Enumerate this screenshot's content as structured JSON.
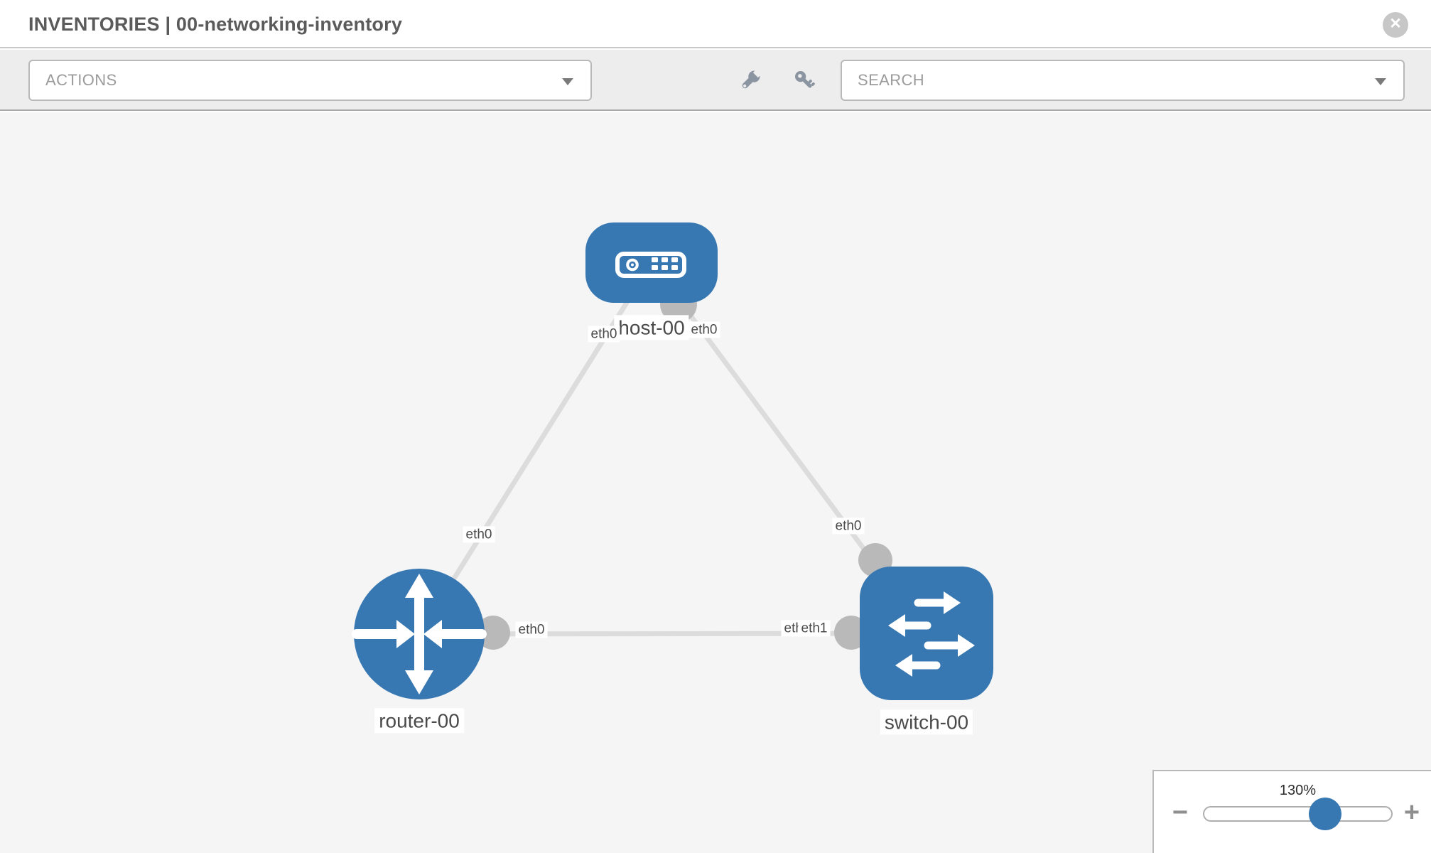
{
  "header": {
    "title": "INVENTORIES | 00-networking-inventory",
    "close_glyph": "✕"
  },
  "toolbar": {
    "actions_label": "ACTIONS",
    "search_placeholder": "SEARCH",
    "icons": [
      "wrench-icon",
      "key-icon"
    ]
  },
  "topology": {
    "nodes": [
      {
        "name": "host-00",
        "type": "host"
      },
      {
        "name": "router-00",
        "type": "router"
      },
      {
        "name": "switch-00",
        "type": "switch"
      }
    ],
    "links": [
      {
        "from": "host-00",
        "to": "router-00",
        "from_interface": "eth0",
        "to_interface": "eth0"
      },
      {
        "from": "host-00",
        "to": "switch-00",
        "from_interface": "eth0",
        "to_interface": "eth0"
      },
      {
        "from": "router-00",
        "to": "switch-00",
        "from_interface": "eth0",
        "to_interface": "eth1"
      }
    ],
    "labels": {
      "host": "host-00",
      "router": "router-00",
      "switch": "switch-00",
      "eth_host_left": "eth0",
      "eth_host_right": "eth0",
      "eth_link_to_router": "eth0",
      "eth_link_to_switch": "eth0",
      "eth_router_port": "eth0",
      "eth_switch_port_hidden": "eth0",
      "eth_switch_port": "eth1"
    }
  },
  "zoom_control": {
    "level": "130%",
    "minus_label": "−",
    "plus_label": "+"
  },
  "colors": {
    "node_blue": "#3878b2",
    "link_gray": "#dcdcdc",
    "port_gray": "#b9b9b9",
    "canvas_bg": "#f5f5f5",
    "toolbar_bg": "#ededed"
  }
}
